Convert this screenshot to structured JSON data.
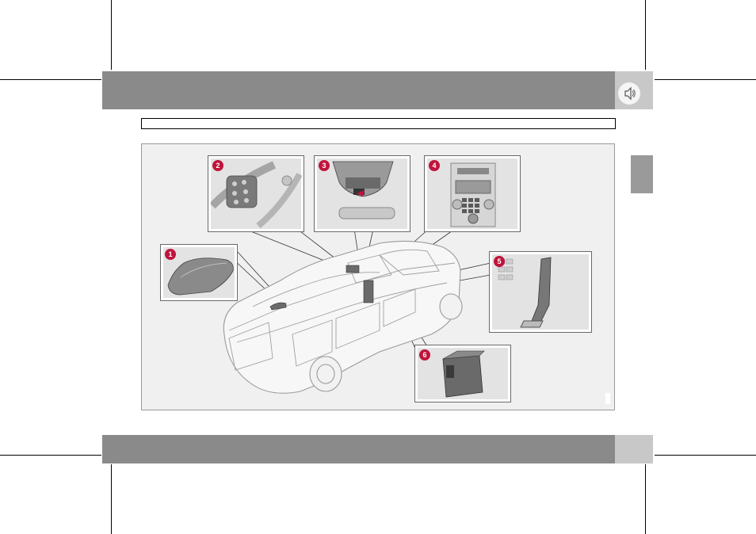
{
  "header": {
    "band_color": "#8a8a8a",
    "side_color": "#c8c8c8",
    "icon": "speaker-icon"
  },
  "footer": {
    "band_color": "#8a8a8a",
    "side_color": "#c8c8c8"
  },
  "section_title": "",
  "figure": {
    "background": "#f0f0f0",
    "callouts": [
      {
        "number": "1",
        "subject": "roof-antenna"
      },
      {
        "number": "2",
        "subject": "steering-wheel-keypad"
      },
      {
        "number": "3",
        "subject": "overhead-microphone"
      },
      {
        "number": "4",
        "subject": "center-console-control-panel"
      },
      {
        "number": "5",
        "subject": "handset-holder"
      },
      {
        "number": "6",
        "subject": "module-unit"
      }
    ],
    "badge_color": "#c0143c"
  }
}
